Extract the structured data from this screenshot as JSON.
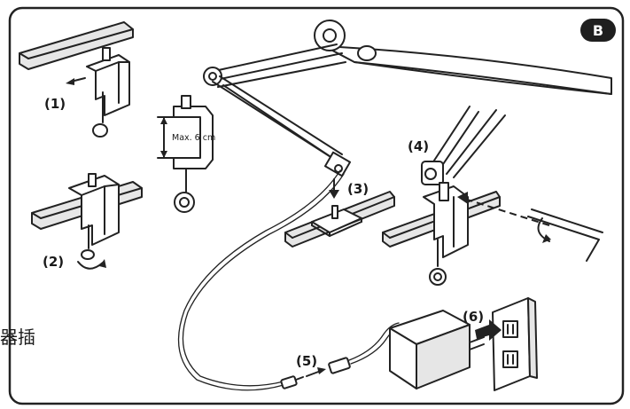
{
  "figure": {
    "badge": "B",
    "max_label": "Max. 6 cm",
    "cut_off_text": "器插",
    "steps": [
      {
        "id": "step-1",
        "label": "(1)"
      },
      {
        "id": "step-2",
        "label": "(2)"
      },
      {
        "id": "step-3",
        "label": "(3)"
      },
      {
        "id": "step-4",
        "label": "(4)"
      },
      {
        "id": "step-5",
        "label": "(5)"
      },
      {
        "id": "step-6",
        "label": "(6)"
      }
    ]
  }
}
